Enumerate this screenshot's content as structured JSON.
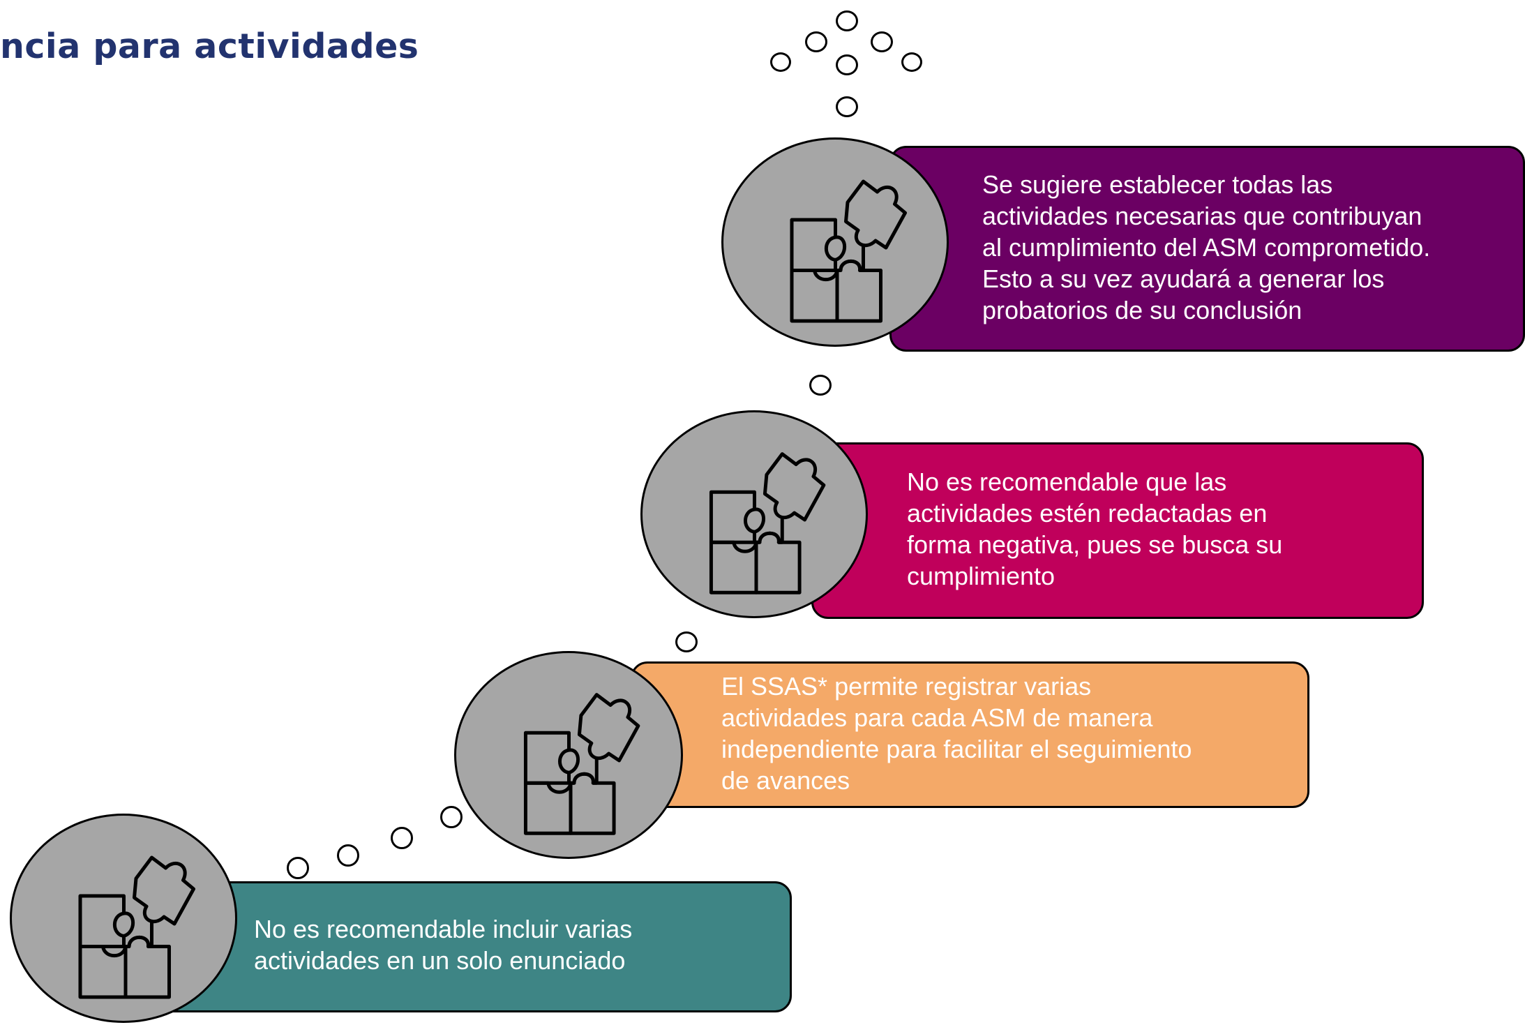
{
  "title": "ncia para actividades",
  "steps": [
    {
      "color": "#3e8585",
      "lines": [
        "No es recomendable incluir varias",
        "actividades en un solo enunciado"
      ],
      "icon": "puzzle-icon"
    },
    {
      "color": "#f4a968",
      "lines": [
        "El SSAS* permite registrar varias",
        "actividades para cada ASM de manera",
        "independiente  para facilitar el seguimiento",
        "de avances"
      ],
      "icon": "puzzle-icon"
    },
    {
      "color": "#c0005b",
      "lines": [
        "No es recomendable que las",
        "actividades estén redactadas en",
        "forma negativa,  pues se busca su",
        "cumplimiento"
      ],
      "icon": "puzzle-icon"
    },
    {
      "color": "#6b0063",
      "lines": [
        "Se sugiere establecer todas las",
        "actividades necesarias  que contribuyan",
        "al cumplimiento  del ASM comprometido.",
        "Esto a su vez ayudará a generar los",
        "probatorios de su conclusión"
      ],
      "icon": "puzzle-icon"
    }
  ]
}
